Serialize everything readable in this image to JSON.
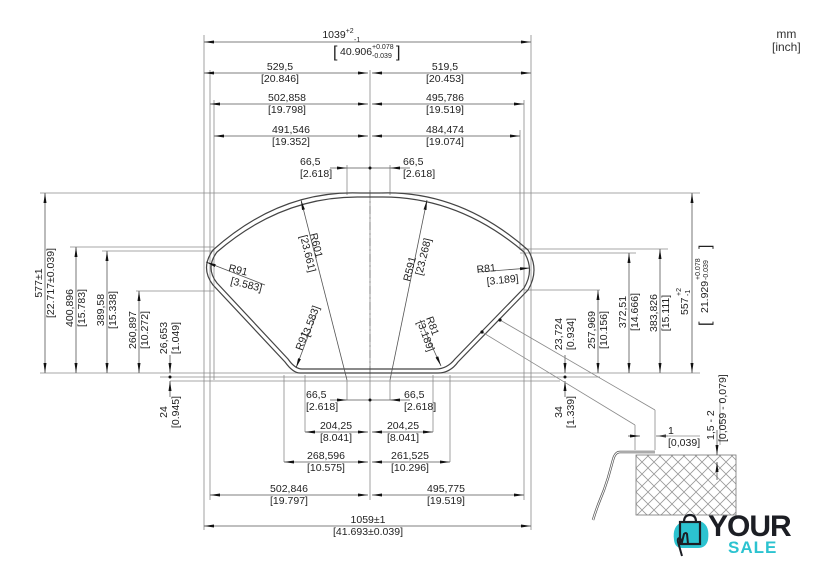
{
  "units": {
    "primary": "mm",
    "secondary": "[inch]"
  },
  "colors": {
    "line": "#8a8a8a",
    "shape": "#444444",
    "text": "#222222",
    "logo_dark": "#1c1e24",
    "logo_accent": "#2cc3d0"
  },
  "dimensions": {
    "top_total": {
      "mm": "1039",
      "tol_plus": "+2",
      "tol_minus": "-1",
      "inch": "40.906",
      "inch_tol_plus": "+0.078",
      "inch_tol_minus": "-0.039"
    },
    "top_left_1": {
      "mm": "529,5",
      "inch": "[20.846]"
    },
    "top_right_1": {
      "mm": "519,5",
      "inch": "[20.453]"
    },
    "top_left_2": {
      "mm": "502,858",
      "inch": "[19.798]"
    },
    "top_right_2": {
      "mm": "495,786",
      "inch": "[19.519]"
    },
    "top_left_3": {
      "mm": "491,546",
      "inch": "[19.352]"
    },
    "top_right_3": {
      "mm": "484,474",
      "inch": "[19.074]"
    },
    "top_left_flat": {
      "mm": "66,5",
      "inch": "[2.618]"
    },
    "top_right_flat": {
      "mm": "66,5",
      "inch": "[2.618]"
    },
    "bottom_left_flat": {
      "mm": "66,5",
      "inch": "[2.618]"
    },
    "bottom_right_flat": {
      "mm": "66,5",
      "inch": "[2.618]"
    },
    "bottom_left_1": {
      "mm": "204,25",
      "inch": "[8.041]"
    },
    "bottom_right_1": {
      "mm": "204,25",
      "inch": "[8.041]"
    },
    "bottom_left_2": {
      "mm": "268,596",
      "inch": "[10.575]"
    },
    "bottom_right_2": {
      "mm": "261,525",
      "inch": "[10.296]"
    },
    "bottom_left_3": {
      "mm": "502,846",
      "inch": "[19.797]"
    },
    "bottom_right_3": {
      "mm": "495,775",
      "inch": "[19.519]"
    },
    "bottom_total": {
      "mm": "1059±1",
      "inch": "[41.693±0.039]"
    },
    "left_total": {
      "mm": "577±1",
      "inch": "[22.717±0.039]"
    },
    "left_2": {
      "mm": "400,896",
      "inch": "[15.783]"
    },
    "left_3": {
      "mm": "389,58",
      "inch": "[15.338]"
    },
    "left_4": {
      "mm": "260,897",
      "inch": "[10.272]"
    },
    "left_5": {
      "mm": "26,653",
      "inch": "[1.049]"
    },
    "left_6": {
      "mm": "24",
      "inch": "[0.945]"
    },
    "right_1": {
      "mm": "23,724",
      "inch": "[0.934]"
    },
    "right_2": {
      "mm": "257,969",
      "inch": "[10.156]"
    },
    "right_3": {
      "mm": "372,51",
      "inch": "[14.666]"
    },
    "right_4": {
      "mm": "383,826",
      "inch": "[15.111]"
    },
    "right_total": {
      "mm": "557",
      "tol_plus": "+2",
      "tol_minus": "-1",
      "inch": "21.929",
      "inch_tol_plus": "+0.078",
      "inch_tol_minus": "-0.039"
    },
    "right_6": {
      "mm": "34",
      "inch": "[1.339]"
    },
    "detail_gap": {
      "mm": "1",
      "inch": "[0,039]"
    },
    "detail_thickness": {
      "mm": "1,5 - 2",
      "inch": "[0,059 - 0,079]"
    }
  },
  "radii": {
    "r601": {
      "mm": "R601",
      "inch": "[23.661]"
    },
    "r591": {
      "mm": "R591",
      "inch": "[23.268]"
    },
    "r91_left": {
      "mm": "R91",
      "inch": "[3.583]"
    },
    "r91_bottom": {
      "mm": "R91",
      "inch": "[3.583]"
    },
    "r81_right": {
      "mm": "R81",
      "inch": "[3.189]"
    },
    "r81_bottom": {
      "mm": "R81",
      "inch": "[3.189]"
    }
  },
  "logo": {
    "line1": "YOUR",
    "line2": "SALE"
  }
}
